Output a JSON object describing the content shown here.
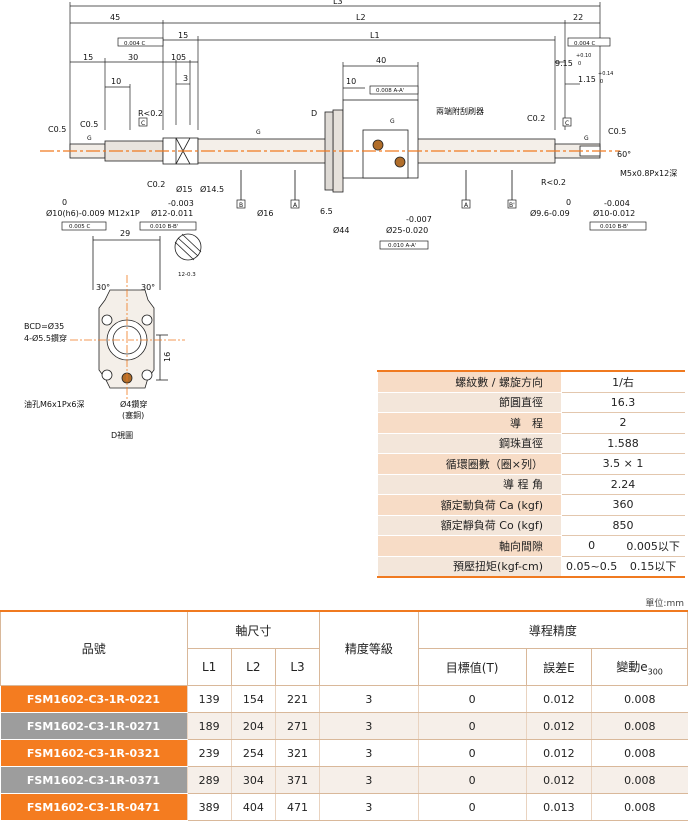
{
  "drawing": {
    "dims": {
      "l3": "L3",
      "l2": "L2",
      "l1": "L1",
      "d45": "45",
      "d22": "22",
      "d15a": "15",
      "d15b": "15",
      "d30": "30",
      "d10a": "10",
      "d10b": "10",
      "d5": "5",
      "d3": "3",
      "d40": "40",
      "d10c": "10",
      "d9_15": "9.15",
      "tol_915": "+0.10",
      "tol_915b": "0",
      "d1_15": "1.15",
      "tol_115": "+0.14",
      "tol_115b": "0",
      "d6_5": "6.5",
      "d29": "29",
      "d16": "16",
      "d30deg_l": "30°",
      "d30deg_r": "30°",
      "angle60": "60°",
      "tol_d": "12-0.3"
    },
    "labels": {
      "c05_l": "C0.5",
      "c05_2": "C0.5",
      "c02_l": "C0.2",
      "c02_r": "C0.2",
      "c05_r": "C0.5",
      "r02_l": "R<0.2",
      "r02_r": "R<0.2",
      "d": "D",
      "g1": "G",
      "g2": "G",
      "g3": "G",
      "g4": "G",
      "wiper": "兩端附刮刷器",
      "phi10h6": "Ø10(h6)-0.009",
      "phi10h6_0": "0",
      "m12": "M12x1P",
      "phi12": "Ø12-0.011",
      "phi12_t": "-0.003",
      "phi15": "Ø15",
      "phi145": "Ø14.5",
      "phi16": "Ø16",
      "phi44": "Ø44",
      "phi25": "Ø25-0.020",
      "phi25_t": "-0.007",
      "phi96": "Ø9.6-0.09",
      "phi96_0": "0",
      "phi10r": "Ø10-0.012",
      "phi10r_t": "-0.004",
      "m5": "M5x0.8Px12深",
      "tol_0004_c": "0.004 C",
      "tol_0004_c2": "0.004 C",
      "tol_0005_c": "0.005 C",
      "tol_0010_bb": "0.010 B-B'",
      "tol_0010_bb2": "0.010 B-B'",
      "tol_0008": "0.008 A-A'",
      "tol_0010_aa": "0.010 A-A'",
      "datum_b": "B",
      "datum_a": "A",
      "datum_a2": "A",
      "datum_b2": "B'",
      "datum_c": "C",
      "datum_c2": "C",
      "bcd": "BCD=Ø35",
      "holes": "4-Ø5.5鑽穿",
      "oil": "油孔M6x1Px6深",
      "phi4": "Ø4鑽穿",
      "phi4_sub": "(塞銅)",
      "dview": "D視圖"
    }
  },
  "spec": {
    "rows": [
      {
        "label": "螺紋數 / 螺旋方向",
        "value": "1/右"
      },
      {
        "label": "節圓直徑",
        "value": "16.3"
      },
      {
        "label": "導　程",
        "value": "2"
      },
      {
        "label": "鋼珠直徑",
        "value": "1.588"
      },
      {
        "label": "循環圈數（圈×列）",
        "value": "3.5 × 1"
      },
      {
        "label": "導 程 角",
        "value": "2.24"
      },
      {
        "label": "額定動負荷 Ca (kgf)",
        "value": "360"
      },
      {
        "label": "額定靜負荷 Co (kgf)",
        "value": "850"
      }
    ],
    "split_rows": [
      {
        "label": "軸向間隙",
        "v1": "0",
        "v2": "0.005以下"
      },
      {
        "label": "預壓扭矩(kgf-cm)",
        "v1": "0.05~0.5",
        "v2": "0.15以下"
      }
    ]
  },
  "unit": "單位:mm",
  "table": {
    "h_part": "品號",
    "h_shaft": "軸尺寸",
    "h_grade": "精度等級",
    "h_lead": "導程精度",
    "h_l1": "L1",
    "h_l2": "L2",
    "h_l3": "L3",
    "h_target": "目標值(T)",
    "h_err": "誤差E",
    "h_var": "變動e",
    "h_var_sub": "300",
    "rows": [
      {
        "part": "FSM1602-C3-1R-0221",
        "l1": "139",
        "l2": "154",
        "l3": "221",
        "grade": "3",
        "t": "0",
        "e": "0.012",
        "v": "0.008"
      },
      {
        "part": "FSM1602-C3-1R-0271",
        "l1": "189",
        "l2": "204",
        "l3": "271",
        "grade": "3",
        "t": "0",
        "e": "0.012",
        "v": "0.008"
      },
      {
        "part": "FSM1602-C3-1R-0321",
        "l1": "239",
        "l2": "254",
        "l3": "321",
        "grade": "3",
        "t": "0",
        "e": "0.012",
        "v": "0.008"
      },
      {
        "part": "FSM1602-C3-1R-0371",
        "l1": "289",
        "l2": "304",
        "l3": "371",
        "grade": "3",
        "t": "0",
        "e": "0.012",
        "v": "0.008"
      },
      {
        "part": "FSM1602-C3-1R-0471",
        "l1": "389",
        "l2": "404",
        "l3": "471",
        "grade": "3",
        "t": "0",
        "e": "0.013",
        "v": "0.008"
      }
    ]
  }
}
